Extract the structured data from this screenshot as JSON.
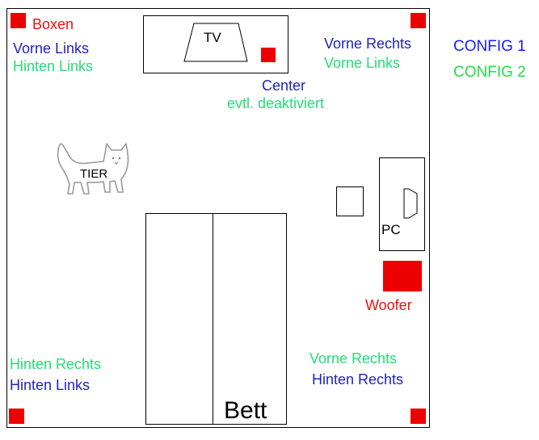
{
  "legend": {
    "config1": "CONFIG 1",
    "config2": "CONFIG 2"
  },
  "boxen_label": "Boxen",
  "speakers": {
    "top_left": {
      "line1": "Vorne Links",
      "line2": "Hinten Links"
    },
    "top_right": {
      "line1": "Vorne Rechts",
      "line2": "Vorne Links"
    },
    "center": {
      "line1": "Center",
      "line2": "evtl. deaktiviert"
    },
    "bottom_left": {
      "line1": "Hinten Rechts",
      "line2": "Hinten Links"
    },
    "bottom_right": {
      "line1": "Vorne Rechts",
      "line2": "Hinten Rechts"
    },
    "woofer": "Woofer"
  },
  "furniture": {
    "tv": "TV",
    "pc": "PC",
    "bed": "Bett",
    "pet": "TIER"
  },
  "colors": {
    "config1": "#1a1aff",
    "config1_text": "#2222bb",
    "config2": "#22dd44",
    "speaker": "#ee0000",
    "woofer_text": "#ee1111"
  }
}
